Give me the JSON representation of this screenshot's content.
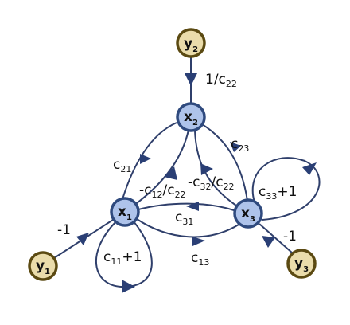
{
  "nodes": {
    "x1": {
      "base": "x",
      "sub": "1"
    },
    "x2": {
      "base": "x",
      "sub": "2"
    },
    "x3": {
      "base": "x",
      "sub": "3"
    },
    "y1": {
      "base": "y",
      "sub": "1"
    },
    "y2": {
      "base": "y",
      "sub": "2"
    },
    "y3": {
      "base": "y",
      "sub": "3"
    }
  },
  "edges": {
    "y2_x2": {
      "pre": "1/c",
      "sub": "22",
      "post": ""
    },
    "x2_x1": {
      "pre": "c",
      "sub": "21",
      "post": ""
    },
    "x2_x3": {
      "pre": "c",
      "sub": "23",
      "post": ""
    },
    "x2_x1_inner": {
      "pre": "-c",
      "sub": "12",
      "post": "/c",
      "sub2": "22"
    },
    "x2_x3_inner": {
      "pre": "-c",
      "sub": "32",
      "post": "/c",
      "sub2": "22"
    },
    "x3_x1": {
      "pre": "c",
      "sub": "31",
      "post": ""
    },
    "x1_x3": {
      "pre": "c",
      "sub": "13",
      "post": ""
    },
    "x1_self": {
      "pre": "c",
      "sub": "11",
      "post": "+1"
    },
    "x3_self": {
      "pre": "c",
      "sub": "33",
      "post": "+1"
    },
    "x1_y1": {
      "pre": "-1",
      "sub": "",
      "post": ""
    },
    "x3_y3": {
      "pre": "-1",
      "sub": "",
      "post": ""
    }
  }
}
